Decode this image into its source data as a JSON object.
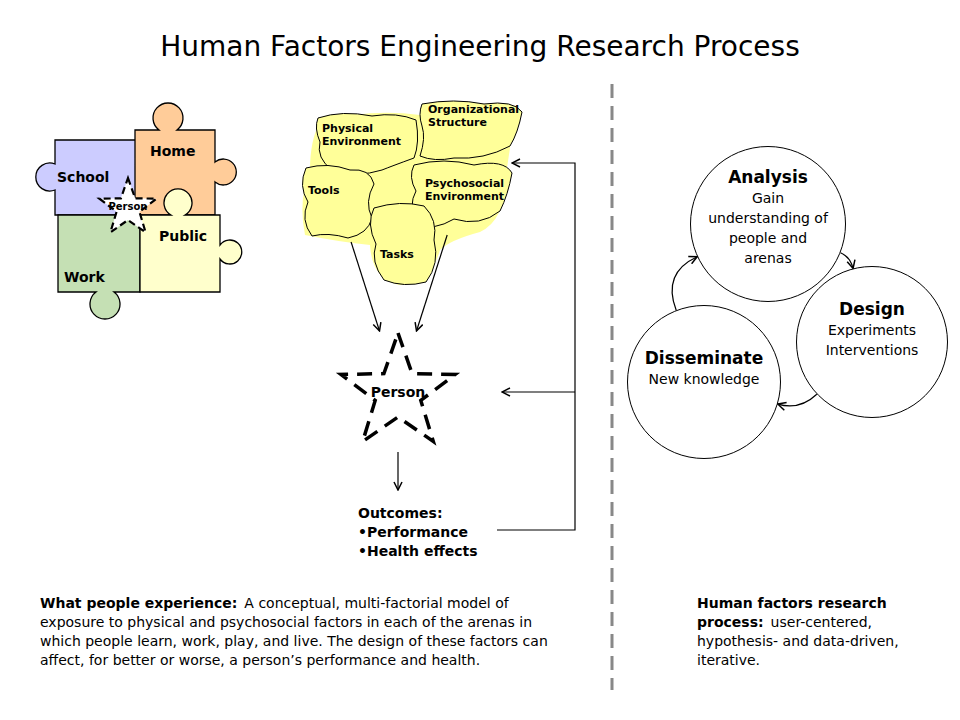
{
  "diagram": {
    "title": "Human Factors Engineering Research Process",
    "nodes": [
      {
        "text": [
          "School"
        ]
      },
      {
        "text": [
          "Home"
        ]
      },
      {
        "text": [
          "Person"
        ]
      },
      {
        "text": [
          "Public"
        ]
      },
      {
        "text": [
          "Work"
        ]
      },
      {
        "text": [
          "Physical Environment"
        ]
      },
      {
        "text": [
          "Organizational Structure"
        ]
      },
      {
        "text": [
          "Tools"
        ]
      },
      {
        "text": [
          "Psychosocial Environment"
        ]
      },
      {
        "text": [
          "Tasks"
        ]
      },
      {
        "text": [
          "Person"
        ]
      },
      {
        "text": [
          "Analysis",
          "Gain understanding of people and arenas"
        ]
      },
      {
        "text": [
          "Design",
          "Experiments Interventions"
        ]
      },
      {
        "text": [
          "Disseminate",
          "New knowledge"
        ]
      }
    ],
    "edges": [
      {
        "from": 7,
        "to": 10,
        "arrow": "to"
      },
      {
        "from": 8,
        "to": 10,
        "arrow": "to"
      },
      {
        "from": 11,
        "to": 12,
        "arrow": "to"
      },
      {
        "from": 12,
        "to": 13,
        "arrow": "to"
      },
      {
        "from": 13,
        "to": 11,
        "arrow": "to"
      }
    ],
    "labels": [
      "Outcomes:",
      "•Performance",
      "•Health effects",
      "What people experience:",
      "A conceptual, multi-factorial model of exposure to physical and psychosocial factors in each of the arenas in which people learn, work, play, and live. The design of these factors can affect, for better or worse, a person’s performance and health.",
      "Human factors research process:",
      "user-centered, hypothesis- and data-driven, iterative."
    ]
  }
}
